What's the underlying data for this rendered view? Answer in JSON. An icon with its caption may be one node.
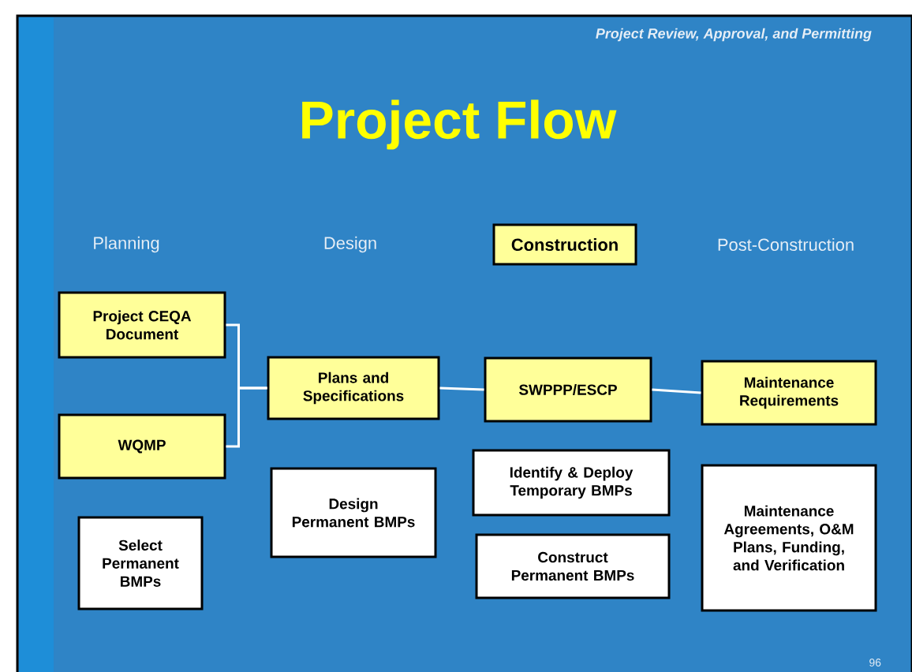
{
  "diagram": {
    "title": "Project Flow",
    "nodes": [
      {
        "text": [
          "Construction"
        ]
      },
      {
        "text": [
          "Project CEQA Document"
        ]
      },
      {
        "text": [
          "WQMP"
        ]
      },
      {
        "text": [
          "Plans and Specifications"
        ]
      },
      {
        "text": [
          "SWPPP/ESCP"
        ]
      },
      {
        "text": [
          "Maintenance Requirements"
        ]
      },
      {
        "text": [
          "Select Permanent BMPs"
        ]
      },
      {
        "text": [
          "Design Permanent BMPs"
        ]
      },
      {
        "text": [
          "Identify & Deploy Temporary BMPs"
        ]
      },
      {
        "text": [
          "Construct Permanent BMPs"
        ]
      },
      {
        "text": [
          "Maintenance Agreements, O&M Plans, Funding, and Verification"
        ]
      }
    ],
    "edges": [
      {
        "from": 1,
        "to": 3,
        "arrow": "none"
      },
      {
        "from": 2,
        "to": 3,
        "arrow": "none"
      },
      {
        "from": 3,
        "to": 4,
        "arrow": "none"
      },
      {
        "from": 4,
        "to": 5,
        "arrow": "none"
      }
    ],
    "labels": [
      "Project Review, Approval, and Permitting",
      "Planning",
      "Design",
      "Post-Construction",
      "96"
    ]
  }
}
